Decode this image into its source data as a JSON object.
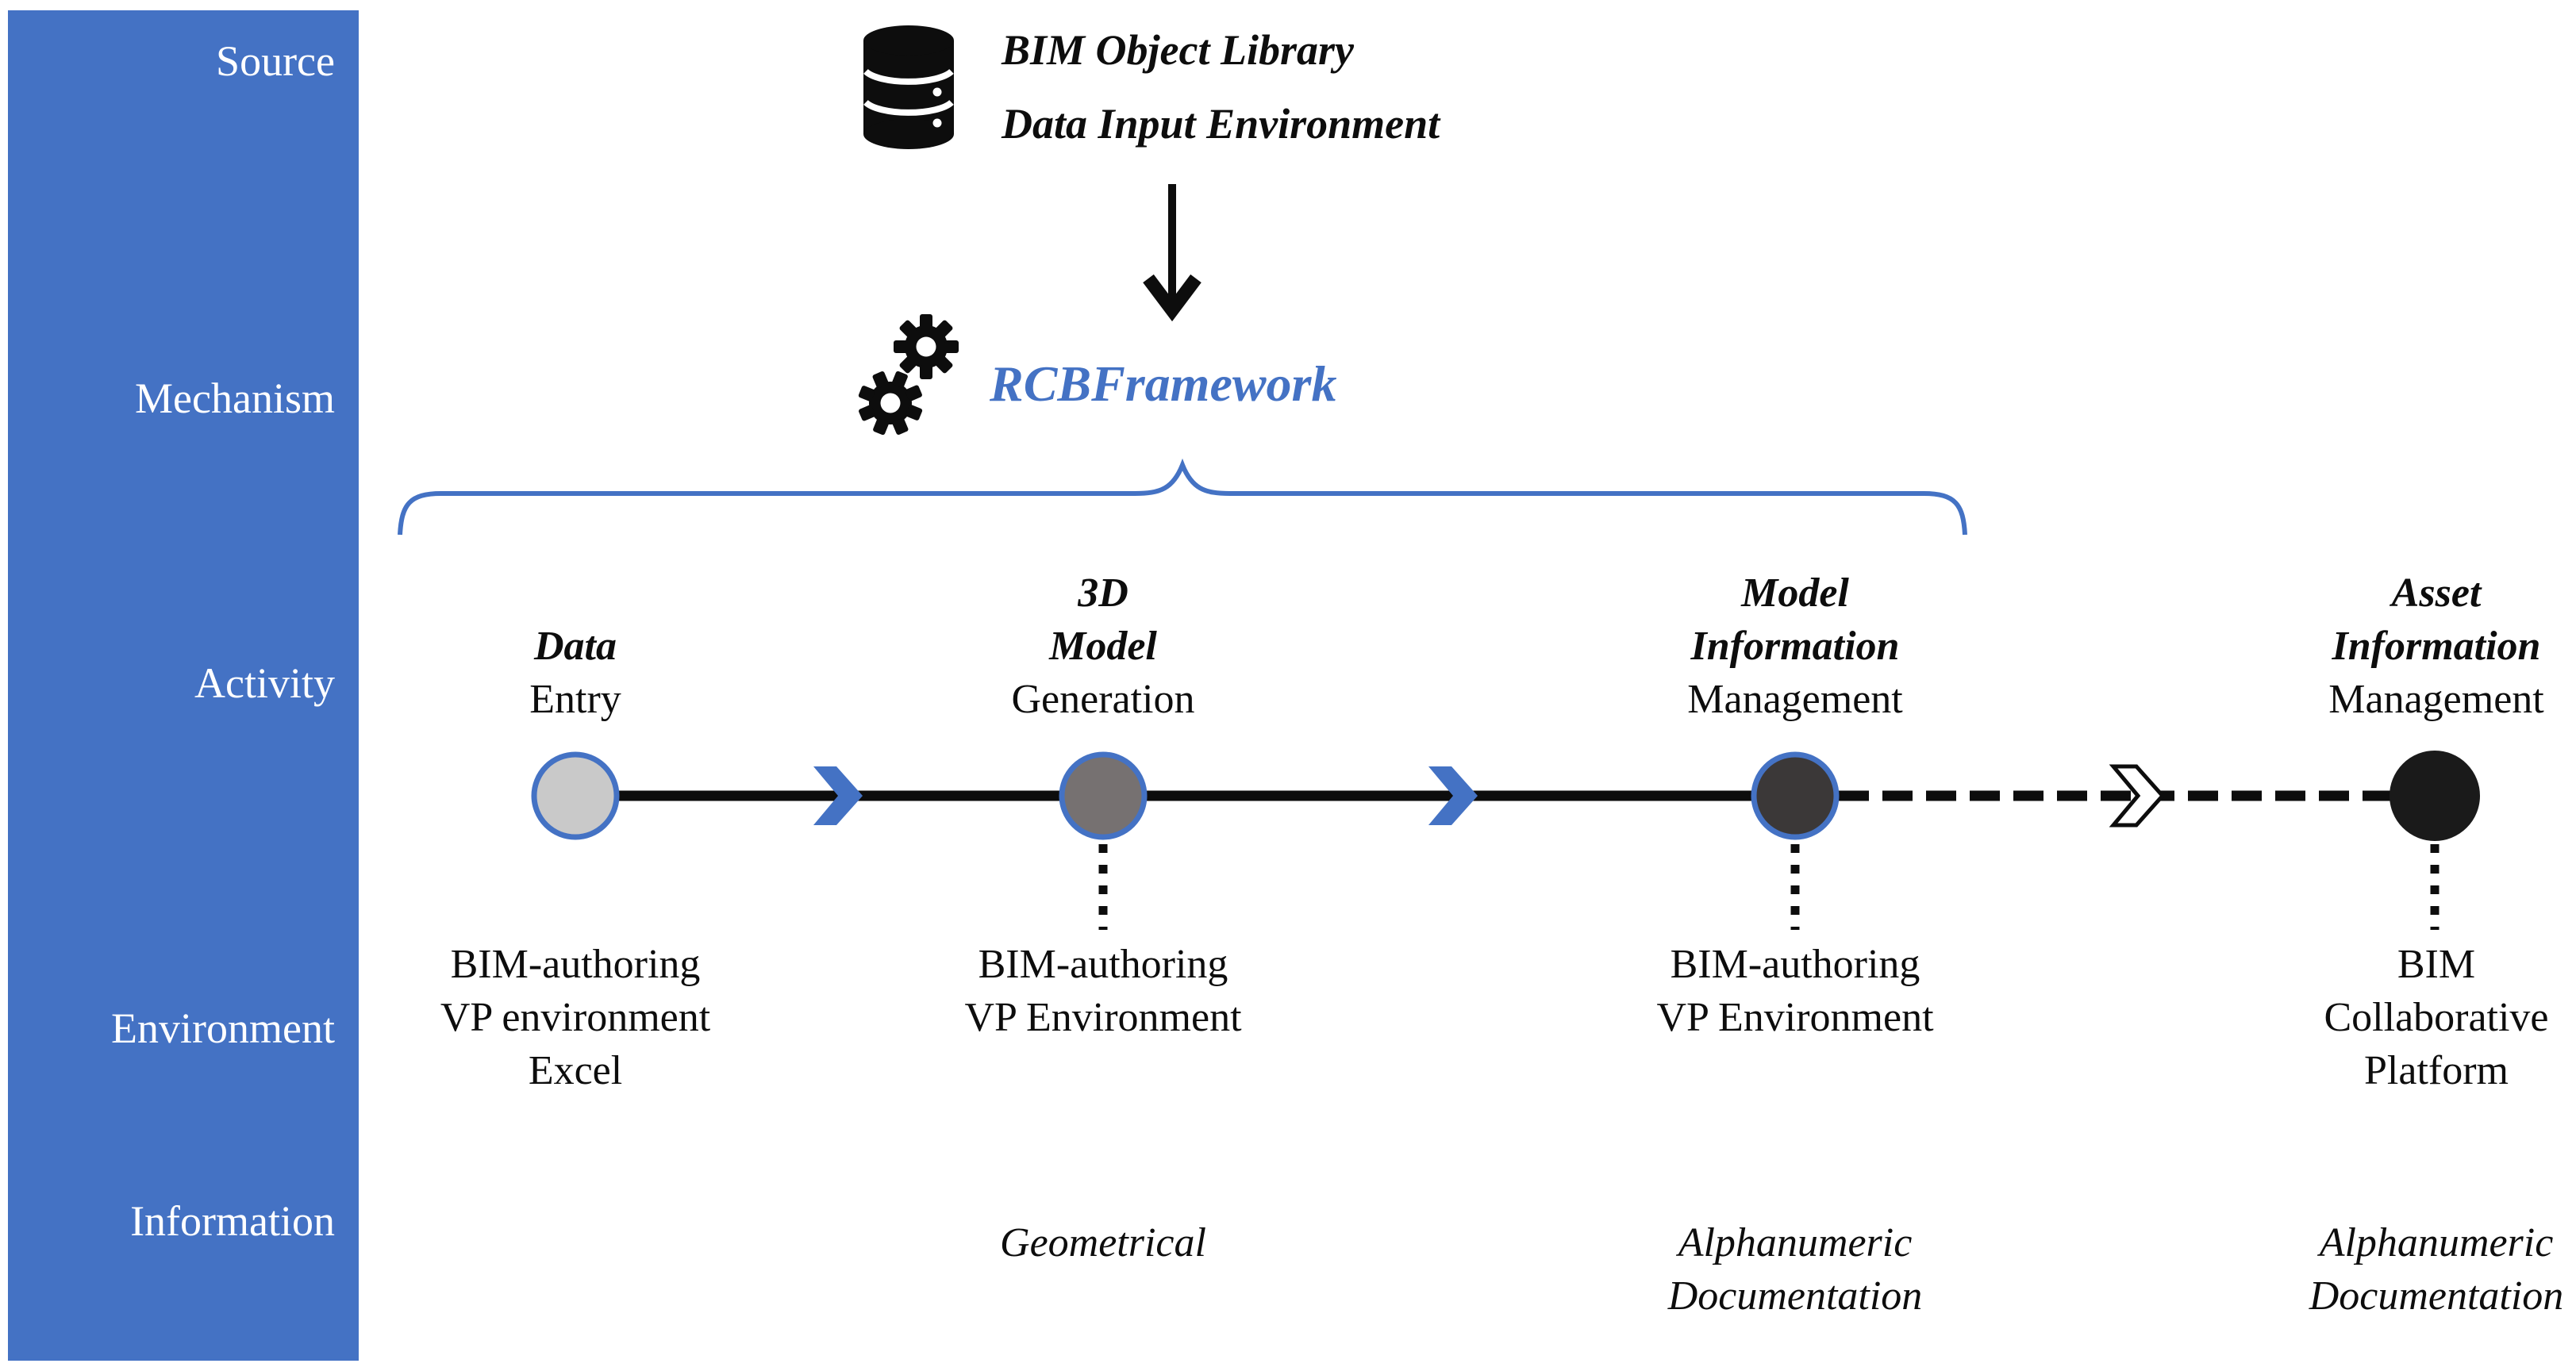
{
  "colors": {
    "accent_blue": "#4472C4",
    "sidebar_text": "#FFFFFF",
    "line_black": "#0d0d0d",
    "node1_fill": "#C9C9C9",
    "node2_fill": "#767171",
    "node3_fill": "#3B3838",
    "node4_fill": "#1A1A1A"
  },
  "sidebar": {
    "items": [
      {
        "label": "Source"
      },
      {
        "label": "Mechanism"
      },
      {
        "label": "Activity"
      },
      {
        "label": "Environment"
      },
      {
        "label": "Information"
      }
    ]
  },
  "source": {
    "icon": "database-icon",
    "lines": [
      "BIM Object Library",
      "Data Input Environment"
    ]
  },
  "mechanism": {
    "icon": "gears-icon",
    "label": "RCBFramework"
  },
  "stages": [
    {
      "activity": [
        "Data",
        "Entry"
      ],
      "environment": [
        "BIM-authoring",
        "VP environment",
        "Excel"
      ],
      "information": [],
      "node_fill": "#C9C9C9",
      "node_stroke": "#4472C4"
    },
    {
      "activity": [
        "3D",
        "Model",
        "Generation"
      ],
      "environment": [
        "BIM-authoring",
        "VP Environment"
      ],
      "information": [
        "Geometrical"
      ],
      "node_fill": "#767171",
      "node_stroke": "#4472C4"
    },
    {
      "activity": [
        "Model",
        "Information",
        "Management"
      ],
      "environment": [
        "BIM-authoring",
        "VP Environment"
      ],
      "information": [
        "Alphanumeric",
        "Documentation"
      ],
      "node_fill": "#3B3838",
      "node_stroke": "#4472C4"
    },
    {
      "activity": [
        "Asset",
        "Information",
        "Management"
      ],
      "environment": [
        "BIM",
        "Collaborative",
        "Platform"
      ],
      "information": [
        "Alphanumeric",
        "Documentation"
      ],
      "node_fill": "#1A1A1A",
      "node_stroke": "#1A1A1A"
    }
  ],
  "connectors": [
    {
      "segment": "solid",
      "arrow": "filled-blue-chevron"
    },
    {
      "segment": "solid",
      "arrow": "filled-blue-chevron"
    },
    {
      "segment": "dashed",
      "arrow": "outlined-white-chevron"
    }
  ]
}
